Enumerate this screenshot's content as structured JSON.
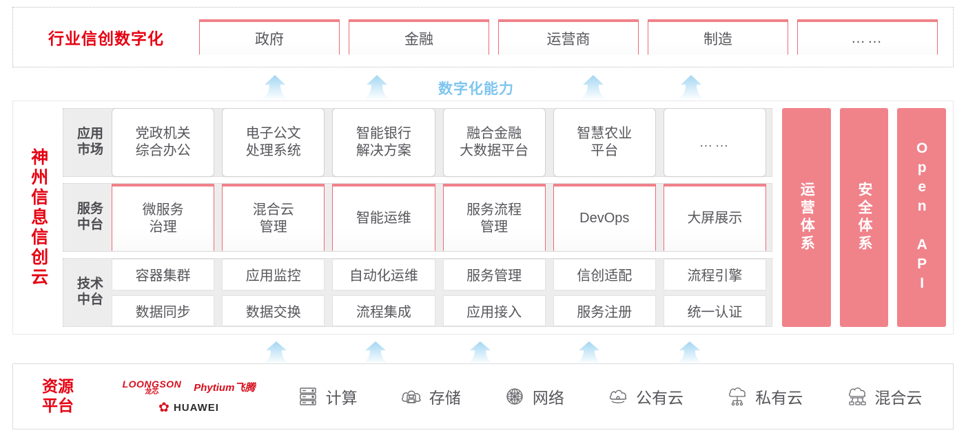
{
  "theme": {
    "red": "#e60012",
    "pink": "#f0828a",
    "arrow_blue": "#a9d9f4",
    "label_blue": "#7ec5ef",
    "layer_bg": "#ededed",
    "text": "#56565b"
  },
  "industry": {
    "title": "行业信创数字化",
    "boxes": [
      {
        "label": "政府"
      },
      {
        "label": "金融"
      },
      {
        "label": "运营商"
      },
      {
        "label": "制造"
      },
      {
        "label": "……"
      }
    ]
  },
  "flow": {
    "top_label": "数字化能力",
    "top_arrow_icon": "up-arrow-icon",
    "top_arrow_count": 4,
    "bottom_arrow_icon": "up-arrow-icon",
    "bottom_arrow_count": 5
  },
  "cloud": {
    "title": "神州信息信创云",
    "layers": [
      {
        "key": "app-market",
        "label": "应用\n市场",
        "label_line1": "应用",
        "label_line2": "市场",
        "cells": [
          {
            "line1": "党政机关",
            "line2": "综合办公"
          },
          {
            "line1": "电子公文",
            "line2": "处理系统"
          },
          {
            "line1": "智能银行",
            "line2": "解决方案"
          },
          {
            "line1": "融合金融",
            "line2": "大数据平台"
          },
          {
            "line1": "智慧农业",
            "line2": "平台"
          },
          {
            "line1": "……",
            "line2": ""
          }
        ]
      },
      {
        "key": "service-platform",
        "label_line1": "服务",
        "label_line2": "中台",
        "cells": [
          {
            "line1": "微服务",
            "line2": "治理"
          },
          {
            "line1": "混合云",
            "line2": "管理"
          },
          {
            "line1": "智能运维",
            "line2": ""
          },
          {
            "line1": "服务流程",
            "line2": "管理"
          },
          {
            "line1": "DevOps",
            "line2": ""
          },
          {
            "line1": "大屏展示",
            "line2": ""
          }
        ]
      },
      {
        "key": "tech-platform",
        "label_line1": "技术",
        "label_line2": "中台",
        "row1": [
          "容器集群",
          "应用监控",
          "自动化运维",
          "服务管理",
          "信创适配",
          "流程引擎"
        ],
        "row2": [
          "数据同步",
          "数据交换",
          "流程集成",
          "应用接入",
          "服务注册",
          "统一认证"
        ]
      }
    ],
    "pillars": [
      {
        "label": "运营体系",
        "kind": "cn"
      },
      {
        "label": "安全体系",
        "kind": "cn"
      },
      {
        "label": "Open API",
        "kind": "en"
      }
    ]
  },
  "resource": {
    "title_line1": "资源",
    "title_line2": "平台",
    "vendors": [
      {
        "name": "LOONGSON",
        "cn": "龙芯",
        "icon": "loongson-logo"
      },
      {
        "name": "Phytium飞腾",
        "icon": "phytium-logo"
      },
      {
        "name": "HUAWEI",
        "icon": "huawei-logo"
      }
    ],
    "items": [
      {
        "label": "计算",
        "icon": "server-icon"
      },
      {
        "label": "存储",
        "icon": "cloud-storage-icon"
      },
      {
        "label": "网络",
        "icon": "network-icon"
      },
      {
        "label": "公有云",
        "icon": "public-cloud-icon"
      },
      {
        "label": "私有云",
        "icon": "private-cloud-icon"
      },
      {
        "label": "混合云",
        "icon": "hybrid-cloud-icon"
      }
    ]
  }
}
